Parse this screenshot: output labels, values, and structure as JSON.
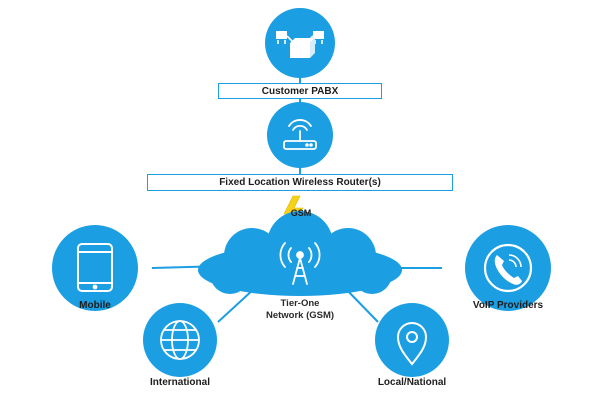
{
  "colors": {
    "primary": "#1b9ee2",
    "line": "#1b9ee2",
    "bolt": "#f5d218",
    "text": "#1d1d1d"
  },
  "nodes": {
    "pabx": {
      "label": "Customer PABX",
      "icon": "pabx-icon"
    },
    "router": {
      "label": "Fixed Location Wireless Router(s)",
      "icon": "wifi-router-icon"
    },
    "gsm": {
      "label": "GSM",
      "icon": "lightning-bolt-icon"
    },
    "network": {
      "label": "Tier-One Network (GSM)",
      "icon": "cell-tower-icon"
    },
    "mobile": {
      "label": "Mobile",
      "icon": "smartphone-icon"
    },
    "voip": {
      "label": "VoIP Providers",
      "icon": "phone-icon"
    },
    "international": {
      "label": "International",
      "icon": "globe-icon"
    },
    "local": {
      "label": "Local/National",
      "icon": "location-pin-icon"
    }
  }
}
